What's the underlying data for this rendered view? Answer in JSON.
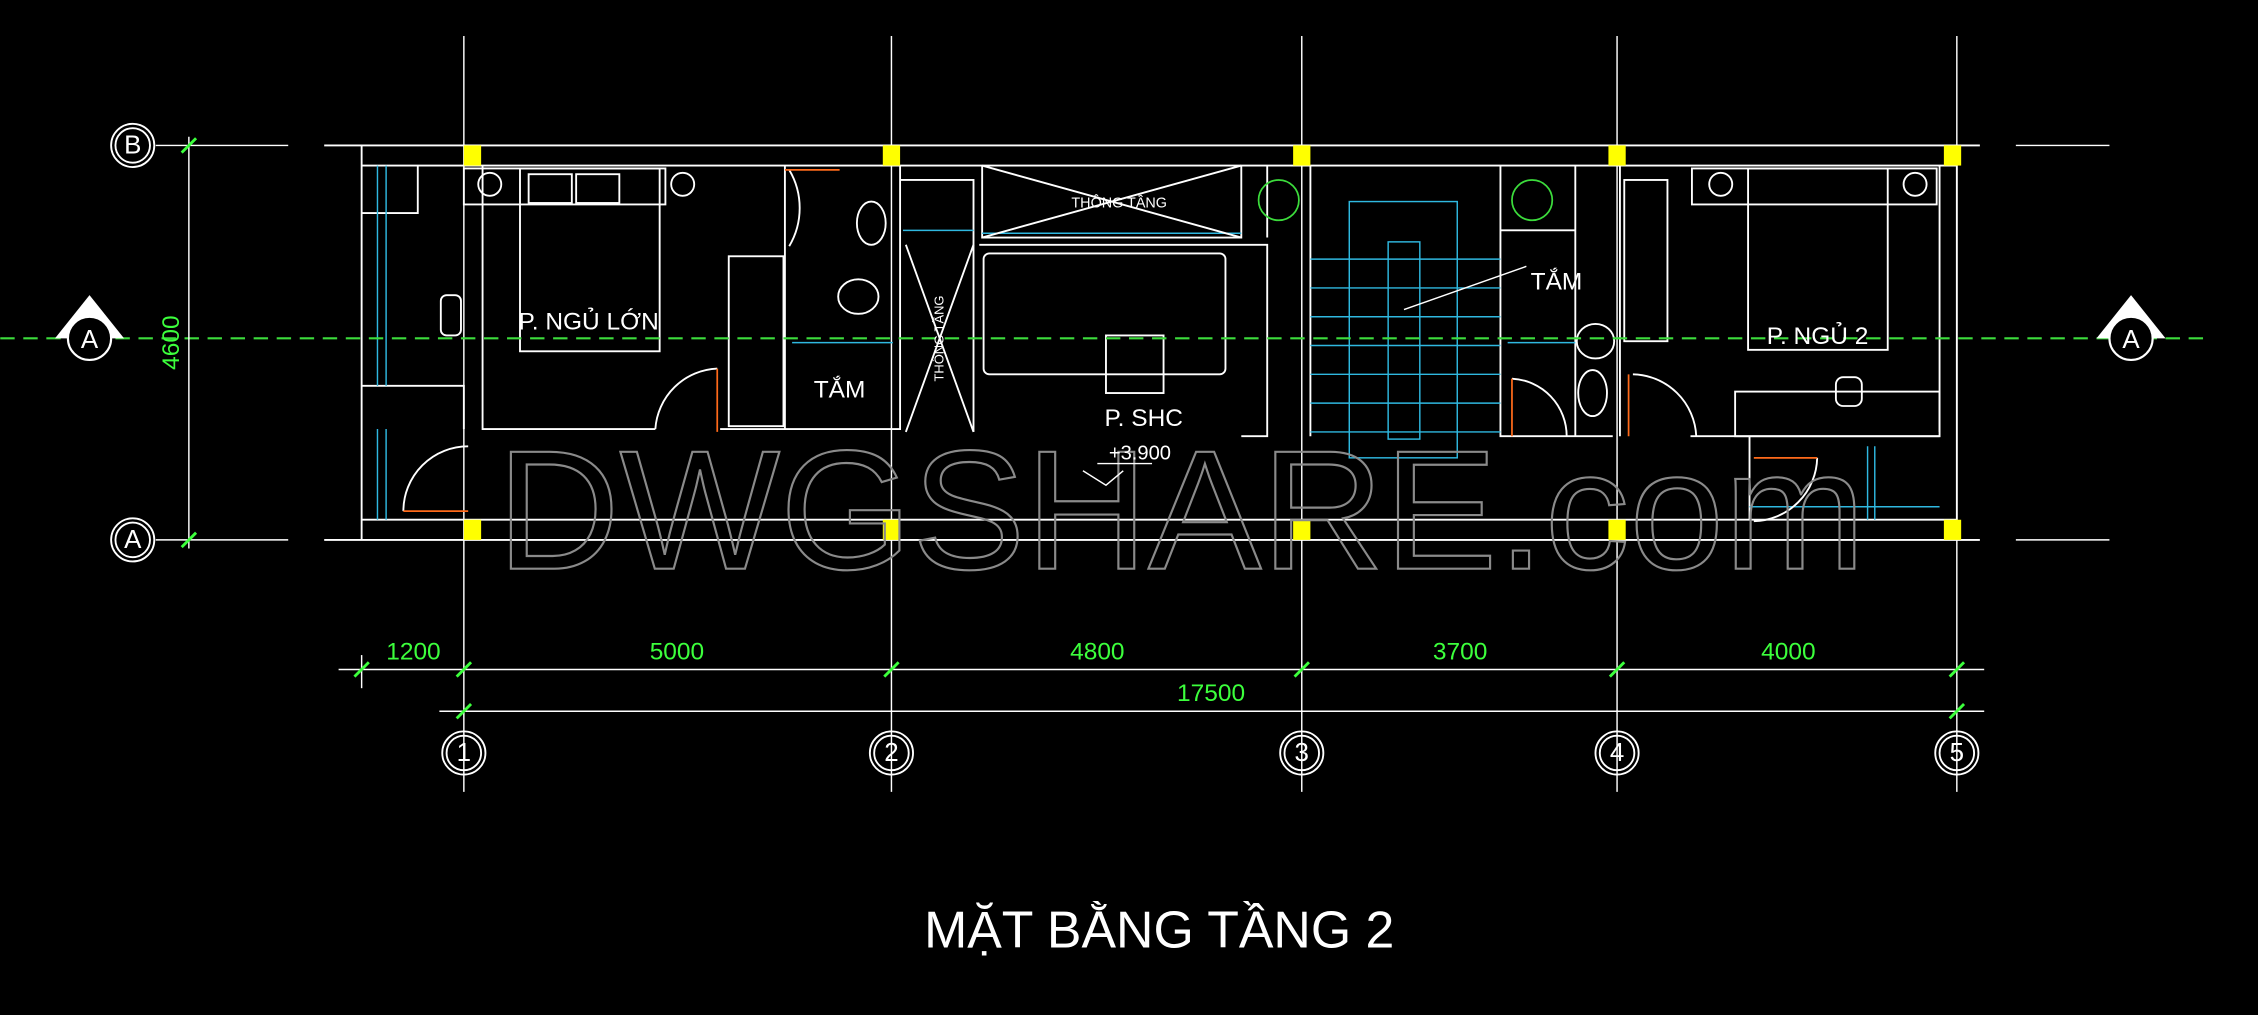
{
  "drawing": {
    "title": "MẶT BẰNG TẦNG 2",
    "watermark": "DWGSHARE.com",
    "rooms": {
      "master_bedroom": "P. NGỦ LỚN",
      "bath_1": "TẮM",
      "void_top": "THÔNG TẦNG",
      "void_side": "THÔNG TẦNG",
      "living": "P. SHC",
      "level": "+3.900",
      "bath_2": "TẮM",
      "bedroom_2": "P. NGỦ 2"
    },
    "axes": {
      "rows": [
        "B",
        "A"
      ],
      "columns": [
        "1",
        "2",
        "3",
        "4",
        "5"
      ],
      "section": "A"
    },
    "dimensions": {
      "vertical": "4600",
      "spans": [
        "1200",
        "5000",
        "4800",
        "3700",
        "4000"
      ],
      "total": "17500"
    },
    "colors": {
      "wall": "#ffffff",
      "column": "#ffff00",
      "dimension": "#3cff3c",
      "window": "#2fb8e0",
      "door": "#ff6a1a"
    }
  }
}
